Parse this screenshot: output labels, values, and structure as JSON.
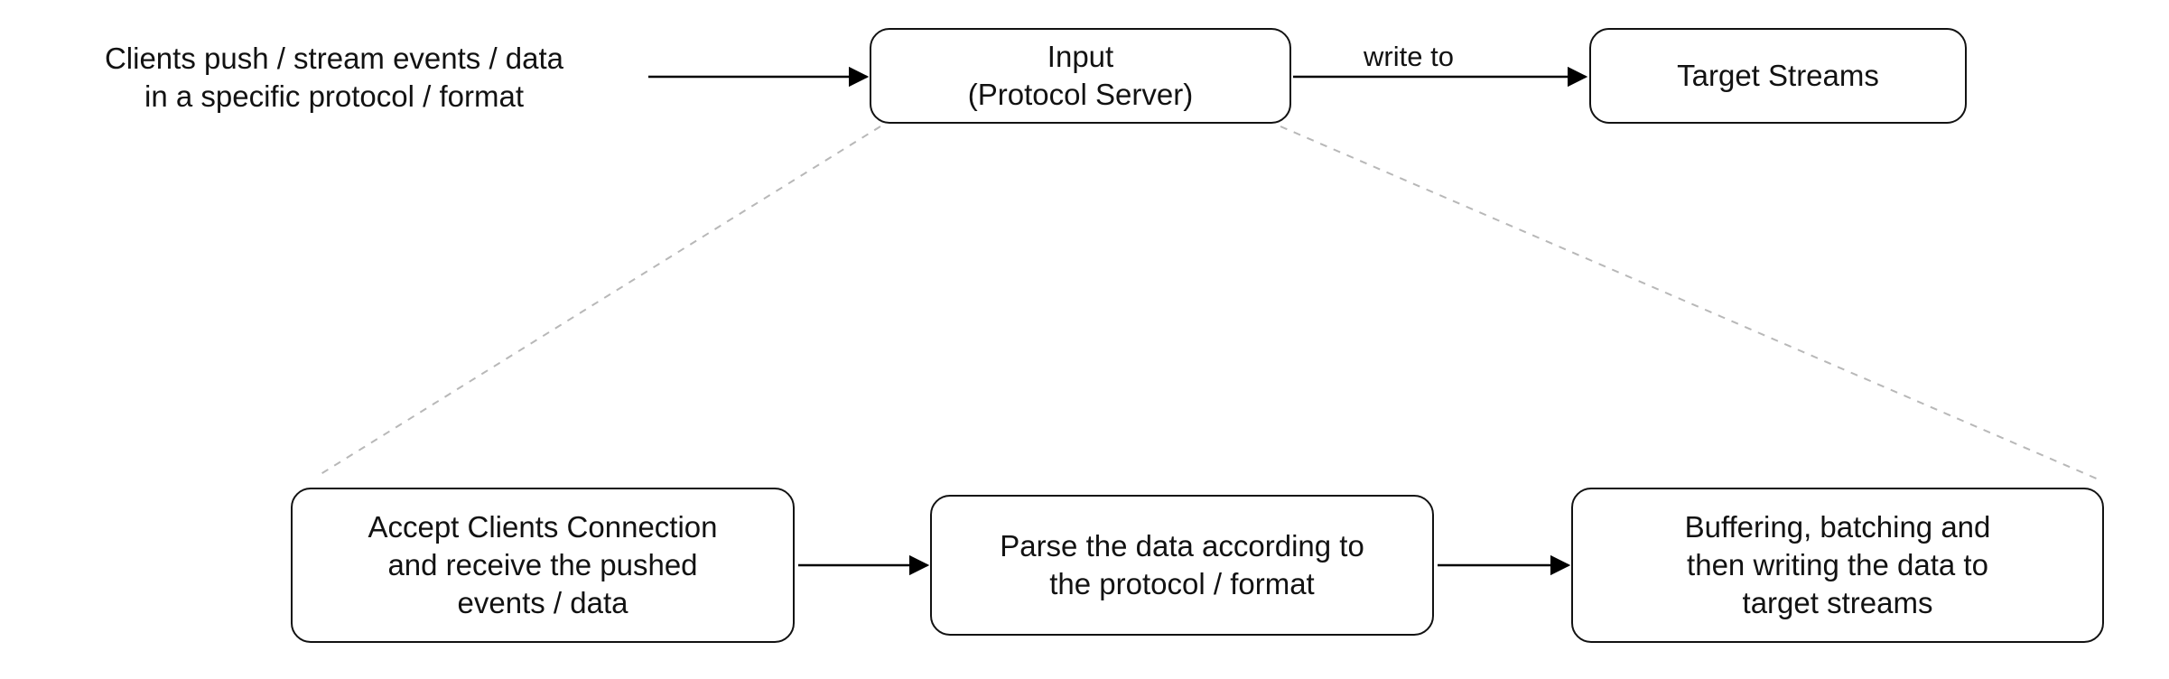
{
  "diagram": {
    "top_row": {
      "clients_note": {
        "lines": [
          "Clients push / stream events / data",
          "in a specific protocol / format"
        ]
      },
      "input_node": {
        "lines": [
          "Input",
          "(Protocol Server)"
        ]
      },
      "write_to_edge_label": "write to",
      "target_streams_node": {
        "label": "Target Streams"
      }
    },
    "bottom_row": {
      "accept_node": {
        "lines": [
          "Accept Clients Connection",
          "and receive the pushed",
          "events / data"
        ]
      },
      "parse_node": {
        "lines": [
          "Parse the data according to",
          "the protocol / format"
        ]
      },
      "buffer_node": {
        "lines": [
          "Buffering, batching and",
          "then writing the data to",
          "target streams"
        ]
      }
    },
    "colors": {
      "background": "#ffffff",
      "node_fill": "#ffffff",
      "node_border": "#121212",
      "text": "#121212",
      "arrow": "#000000",
      "dashed_connector": "#b8b8b8"
    }
  }
}
